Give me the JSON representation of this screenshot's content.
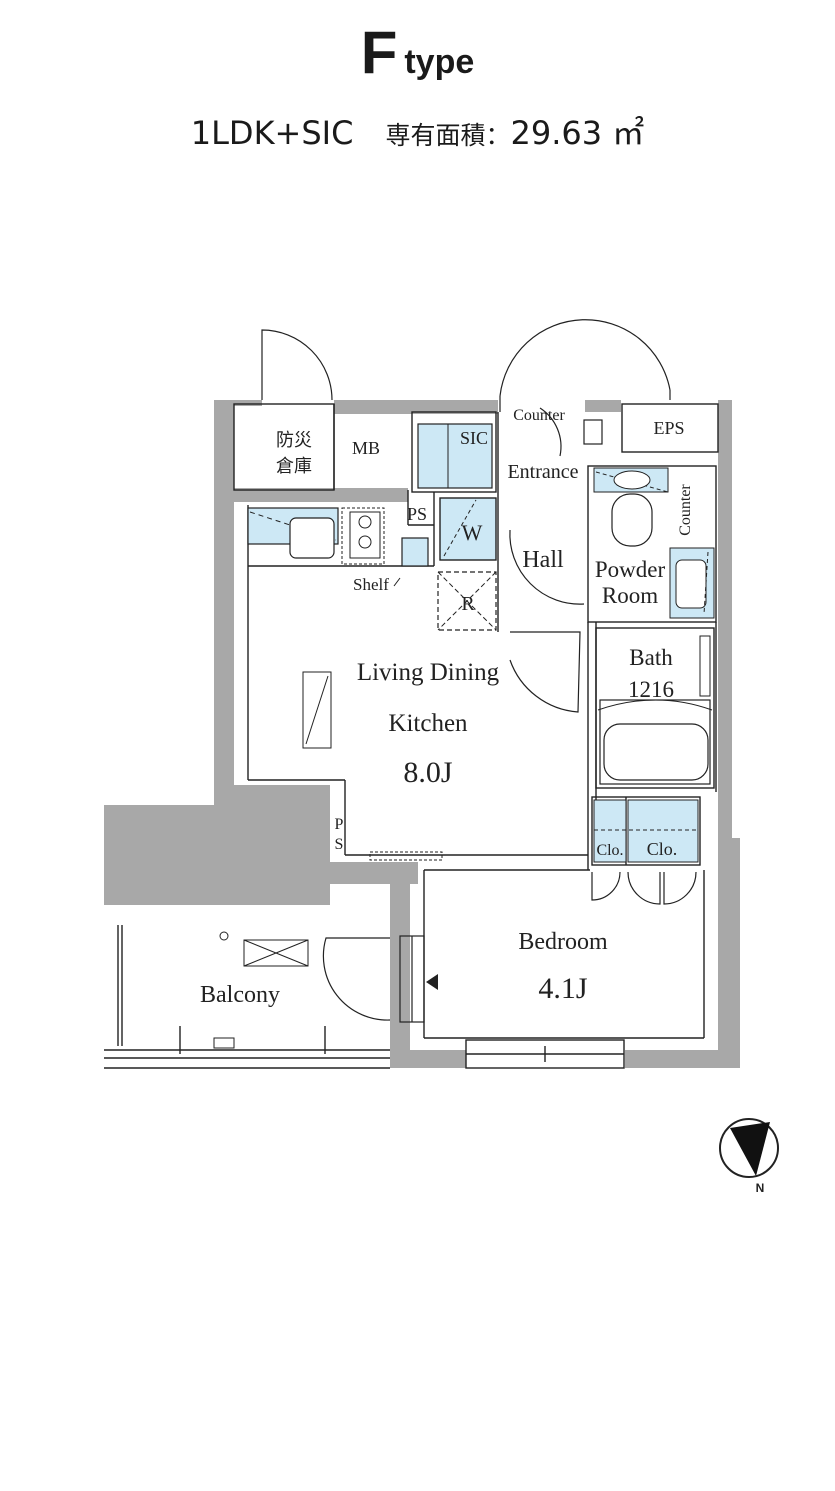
{
  "header": {
    "type_letter": "F",
    "type_word": "type",
    "layout": "1LDK+SIC",
    "area_label": "専有面積：",
    "area_value": "29.63",
    "area_unit": "㎡"
  },
  "rooms": {
    "bousai": [
      "防災",
      "倉庫"
    ],
    "mb": "MB",
    "sic": "SIC",
    "counter_top": "Counter",
    "entrance": "Entrance",
    "eps": "EPS",
    "ps_top": "PS",
    "w": "W",
    "hall": "Hall",
    "powder": [
      "Powder",
      "Room"
    ],
    "counter_side": "Counter",
    "shelf": "Shelf",
    "r": "R",
    "ldk": [
      "Living Dining",
      "Kitchen"
    ],
    "ldk_size": "8.0J",
    "bath": [
      "Bath",
      "1216"
    ],
    "ps_side": [
      "P",
      "S"
    ],
    "clo1": "Clo.",
    "clo2": "Clo.",
    "bedroom": "Bedroom",
    "bedroom_size": "4.1J",
    "balcony": "Balcony"
  },
  "compass": {
    "label": "N"
  },
  "colors": {
    "fixture_fill": "#cde8f5",
    "wall_gray": "#a8a8a8",
    "line": "#222222"
  }
}
